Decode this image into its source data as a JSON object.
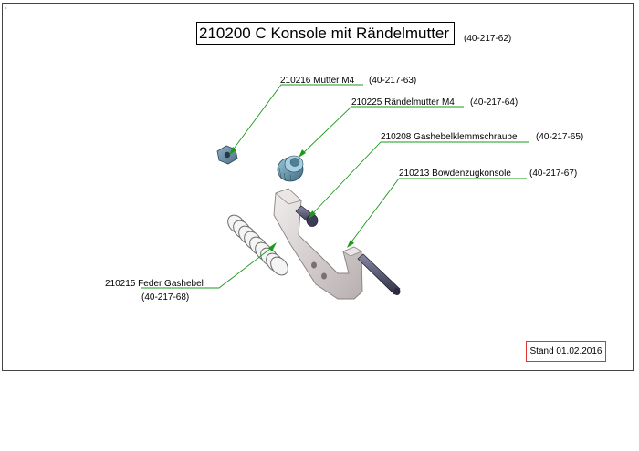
{
  "title": "210200 C Konsole mit Rändelmutter",
  "title_ref": "(40-217-62)",
  "parts": [
    {
      "name": "210216 Mutter M4",
      "ref": "(40-217-63)"
    },
    {
      "name": "210225 Rändelmutter M4",
      "ref": "(40-217-64)"
    },
    {
      "name": "210208 Gashebelklemmschraube",
      "ref": "(40-217-65)"
    },
    {
      "name": "210213 Bowdenzugkonsole",
      "ref": "(40-217-67)"
    },
    {
      "name": "210215 Feder Gashebel",
      "ref": "(40-217-68)"
    }
  ],
  "stand": "Stand 01.02.2016",
  "colors": {
    "leader": "#1a9a1a",
    "stand_border": "#e03030",
    "frame": "#444444"
  }
}
